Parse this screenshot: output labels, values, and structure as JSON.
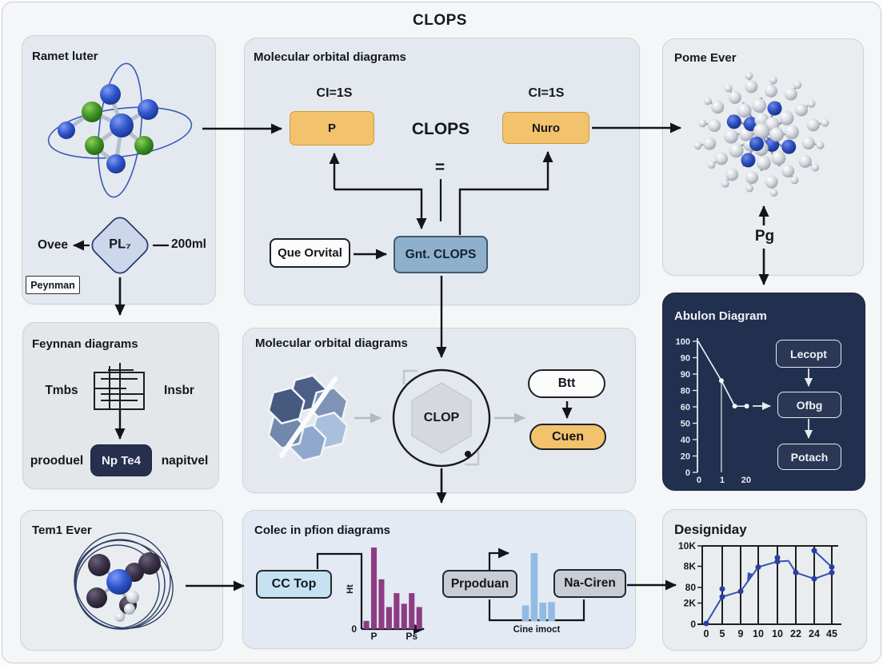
{
  "title": "CLOPS",
  "panels": {
    "ramet": {
      "title": "Ramet luter",
      "diamond": "PL₇",
      "left_label": "Ovee",
      "right_label": "200ml",
      "badge": "Peynman"
    },
    "mo_top": {
      "title": "Molecular orbital diagrams",
      "ci_left": "CI=1S",
      "ci_right": "CI=1S",
      "p_box": "P",
      "center_label": "CLOPS",
      "equals": "=",
      "nuro_box": "Nuro",
      "que_box": "Que Orvital",
      "gnt_box": "Gnt. CLOPS"
    },
    "pome": {
      "title": "Pome Ever",
      "pg_label": "Pg"
    },
    "abulon": {
      "title": "Abulon Diagram",
      "boxes": [
        "Lecopt",
        "Ofbg",
        "Potach"
      ]
    },
    "feynman": {
      "title": "Feynnan diagrams",
      "left_label": "Tmbs",
      "right_label": "Insbr",
      "bottom_left": "prooduel",
      "node_box": "Np Te4",
      "bottom_right": "napitvel"
    },
    "mo_mid": {
      "title": "Molecular orbital diagrams",
      "hex_label": "CLOP",
      "oval_label": "Btt",
      "pill_label": "Cuen"
    },
    "tem": {
      "title": "Tem1 Ever"
    },
    "colec": {
      "title": "Colec in pfion diagrams",
      "cc_box": "CC Top",
      "prpoduan_box": "Prpoduan",
      "naciren_box": "Na-Ciren",
      "cine_label": "Cine imoct"
    },
    "designiday": {
      "title": "Designiday"
    }
  },
  "colors": {
    "accent_orange": "#f3c26c",
    "steel_blue_box": "#8fb0cd",
    "dark_navy_panel": "#22304f",
    "bar_purple": "#8d3c84",
    "bar_light_blue": "#92bbe3",
    "cc_light_blue": "#c5e1f2",
    "gray_box": "#c9cdd3",
    "line_blue": "#3752ad"
  },
  "chart_data": [
    {
      "id": "abulon_line",
      "type": "line",
      "title": "Abulon Diagram",
      "y_ticks": [
        "100",
        "90",
        "90",
        "80",
        "60",
        "50",
        "40",
        "20",
        "0"
      ],
      "x_ticks": [
        {
          "label": "0",
          "f": 0.01
        },
        {
          "label": "1",
          "f": 0.34
        },
        {
          "label": "20",
          "f": 0.68
        }
      ],
      "points": [
        [
          0.01,
          1.0
        ],
        [
          0.34,
          0.7
        ],
        [
          0.53,
          0.505
        ],
        [
          0.7,
          0.505
        ]
      ],
      "drop_index": 1,
      "legend_position": "none",
      "grid": false
    },
    {
      "id": "pion_bars",
      "type": "bar",
      "ylabel": "Ht",
      "origin_label": "0",
      "values": [
        10,
        100,
        61,
        27,
        44,
        31,
        44,
        27
      ],
      "x_labels": [
        {
          "text": "P",
          "bar": 1
        },
        {
          "text": "Ps",
          "bar": 6
        }
      ],
      "ylim": [
        0,
        100
      ],
      "grid": false
    },
    {
      "id": "cine_bars",
      "type": "bar",
      "caption": "Cine imoct",
      "values": [
        23,
        100,
        27,
        28
      ],
      "ylim": [
        0,
        100
      ],
      "grid": false
    },
    {
      "id": "designiday_line",
      "type": "line",
      "title": "Designiday",
      "y_ticks": [
        {
          "label": "10K",
          "f": 1.0
        },
        {
          "label": "8K",
          "f": 0.74
        },
        {
          "label": "80",
          "f": 0.47
        },
        {
          "label": "2K",
          "f": 0.27
        },
        {
          "label": "0",
          "f": 0.0
        }
      ],
      "x_ticks": [
        "0",
        "5",
        "9",
        "10",
        "10",
        "22",
        "24",
        "45"
      ],
      "dots": [
        [
          0,
          0.01
        ],
        [
          1,
          0.35
        ],
        [
          1,
          0.45
        ],
        [
          2,
          0.42
        ],
        [
          3,
          0.73
        ],
        [
          4,
          0.8
        ],
        [
          4,
          0.85
        ],
        [
          5,
          0.66
        ],
        [
          6,
          0.58
        ],
        [
          6,
          0.94
        ],
        [
          7,
          0.73
        ],
        [
          7,
          0.66
        ]
      ],
      "path": [
        [
          0,
          0.01
        ],
        [
          1,
          0.35
        ],
        [
          2,
          0.42
        ],
        [
          3,
          0.73
        ],
        [
          4,
          0.8
        ],
        [
          4.6,
          0.81
        ],
        [
          5,
          0.66
        ],
        [
          6,
          0.58
        ],
        [
          7,
          0.66
        ]
      ],
      "path2": [
        [
          6,
          0.94
        ],
        [
          7,
          0.73
        ]
      ],
      "grid": true,
      "legend_position": "none"
    }
  ]
}
